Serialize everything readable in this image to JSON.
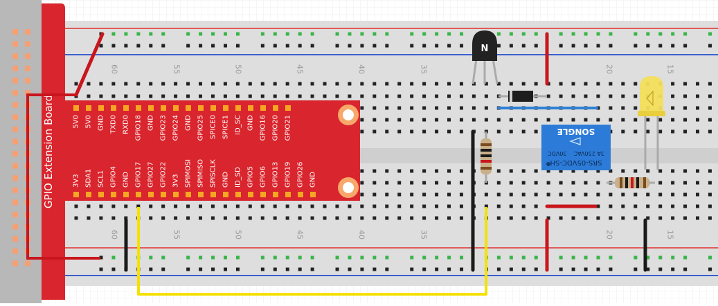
{
  "extension_board": {
    "title": "GPIO Extension Board",
    "pins_top": [
      "5V0",
      "5V0",
      "GND",
      "TXD0",
      "RXD0",
      "GPIO18",
      "GND",
      "GPIO23",
      "GPIO24",
      "GND",
      "GPIO25",
      "SPICE0",
      "SPICE1",
      "ID_SC",
      "GND",
      "GPIO16",
      "GPIO20",
      "GPIO21"
    ],
    "pins_bottom": [
      "3V3",
      "SDA1",
      "SCL1",
      "GPIO4",
      "GND",
      "GPIO17",
      "GPIO27",
      "GPIO22",
      "3V3",
      "SPIMOSI",
      "SPIMISO",
      "SPISCLK",
      "GND",
      "ID_SD",
      "GPIO5",
      "GPIO6",
      "GPIO13",
      "GPIO19",
      "GPIO26",
      "GND"
    ]
  },
  "breadboard": {
    "column_numbers_top": [
      "60",
      "55",
      "50",
      "45",
      "40",
      "35",
      "",
      "20",
      "15"
    ],
    "column_numbers_bottom": [
      "60",
      "55",
      "50",
      "45",
      "40",
      "35",
      "",
      "20",
      "15"
    ]
  },
  "transistor": {
    "marking": "N"
  },
  "relay": {
    "line1": "SRS-05VDC-SH",
    "line2": "3A 250VAC    30VDC",
    "brand": "SONGLE"
  },
  "colors": {
    "board_red": "#d9252d",
    "pin_orange": "#f5a623",
    "wire_red": "#c8161d",
    "wire_yellow": "#f5e100",
    "wire_black": "#1a1a1a",
    "wire_blue": "#2f7fd6",
    "relay_blue": "#2c7bd8",
    "led_yellow": "#f3de5a",
    "hole_green": "#39b54a"
  }
}
